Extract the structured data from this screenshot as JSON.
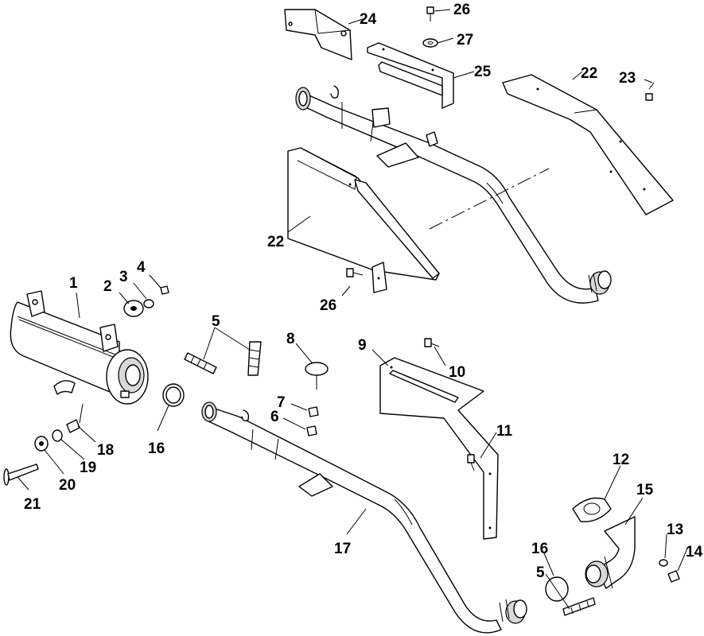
{
  "callouts": {
    "c1": "1",
    "c2": "2",
    "c3": "3",
    "c4": "4",
    "c5a": "5",
    "c5b": "5",
    "c6": "6",
    "c7": "7",
    "c8": "8",
    "c9": "9",
    "c10": "10",
    "c11": "11",
    "c12": "12",
    "c13": "13",
    "c14": "14",
    "c15": "15",
    "c16a": "16",
    "c16b": "16",
    "c17": "17",
    "c18": "18",
    "c19": "19",
    "c20": "20",
    "c21": "21",
    "c22a": "22",
    "c22b": "22",
    "c23": "23",
    "c24": "24",
    "c25": "25",
    "c26a": "26",
    "c26b": "26",
    "c27": "27"
  }
}
